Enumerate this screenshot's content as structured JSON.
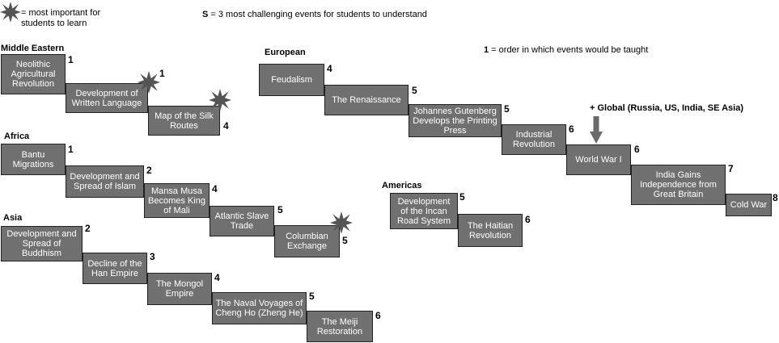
{
  "legend": {
    "star_text": "= most important for students to learn",
    "s_prefix": "S",
    "s_text": " = 3 most challenging events for students to understand",
    "order_prefix": "1",
    "order_text": " = order in which events would be taught"
  },
  "headers": {
    "middle_eastern": "Middle Eastern",
    "european": "European",
    "africa": "Africa",
    "asia": "Asia",
    "americas": "Americas",
    "global": "+ Global (Russia, US, India, SE Asia)"
  },
  "events": {
    "neolithic": {
      "label": "Neolithic Agricultural Revolution",
      "order": "1"
    },
    "writing": {
      "label": "Development of Written Language",
      "order": "1"
    },
    "silk": {
      "label": "Map of the Silk Routes",
      "order": "4"
    },
    "feudalism": {
      "label": "Feudalism",
      "order": "4"
    },
    "renaissance": {
      "label": "The Renaissance",
      "order": "5"
    },
    "gutenberg": {
      "label": "Johannes Gutenberg Develops the Printing Press",
      "order": "5"
    },
    "industrial": {
      "label": "Industrial Revolution",
      "order": "6"
    },
    "ww1": {
      "label": "World War I",
      "order": "6"
    },
    "india": {
      "label": "India Gains Independence from Great Britain",
      "order": "7"
    },
    "coldwar": {
      "label": "Cold War",
      "order": "8"
    },
    "bantu": {
      "label": "Bantu Migrations",
      "order": "1"
    },
    "islam": {
      "label": "Development and Spread of Islam",
      "order": "2"
    },
    "mansa": {
      "label": "Mansa Musa Becomes King of Mali",
      "order": "4"
    },
    "slave": {
      "label": "Atlantic Slave Trade",
      "order": "5"
    },
    "columbian": {
      "label": "Columbian Exchange",
      "order": "5"
    },
    "buddhism": {
      "label": "Development and Spread of Buddhism",
      "order": "2"
    },
    "han": {
      "label": "Decline of the Han Empire",
      "order": "3"
    },
    "mongol": {
      "label": "The Mongol Empire",
      "order": "4"
    },
    "naval": {
      "label": "The Naval Voyages of Cheng Ho (Zheng He)",
      "order": "5"
    },
    "meiji": {
      "label": "The Meiji Restoration",
      "order": "6"
    },
    "incan": {
      "label": "Development of the Incan Road System",
      "order": "5"
    },
    "haitian": {
      "label": "The Haitian Revolution",
      "order": "6"
    }
  },
  "colors": {
    "box": "#707070",
    "star": "#555555",
    "arrow": "#6a6a6a"
  },
  "icons": {
    "star": "star-icon",
    "arrow": "arrow-down-icon"
  }
}
